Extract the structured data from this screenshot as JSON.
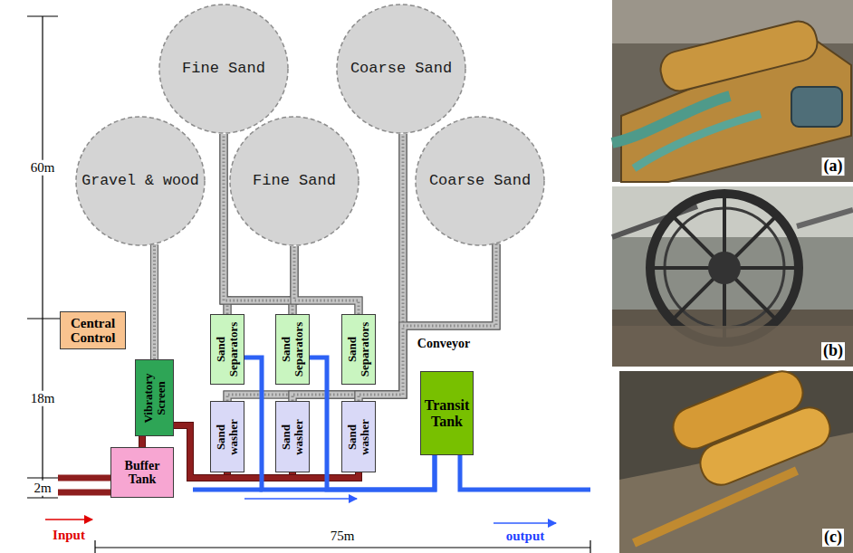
{
  "diagram": {
    "nodes": [
      {
        "text": [
          "Fine Sand"
        ]
      },
      {
        "text": [
          "Coarse Sand"
        ]
      },
      {
        "text": [
          "Gravel & wood"
        ]
      },
      {
        "text": [
          "Fine Sand"
        ]
      },
      {
        "text": [
          "Coarse Sand"
        ]
      },
      {
        "text": [
          "Central Control"
        ]
      },
      {
        "text": [
          "Vibratory Screen"
        ]
      },
      {
        "text": [
          "Sand Separators"
        ]
      },
      {
        "text": [
          "Sand Separators"
        ]
      },
      {
        "text": [
          "Sand Separators"
        ]
      },
      {
        "text": [
          "Sand washer"
        ]
      },
      {
        "text": [
          "Sand washer"
        ]
      },
      {
        "text": [
          "Sand washer"
        ]
      },
      {
        "text": [
          "Transit Tank"
        ]
      },
      {
        "text": [
          "Buffer Tank"
        ]
      }
    ],
    "edges": [
      {
        "from": 14,
        "to": 6,
        "arrow": "none"
      },
      {
        "from": 6,
        "to": 2,
        "arrow": "none"
      },
      {
        "from": 6,
        "to": 10,
        "arrow": "none"
      },
      {
        "from": 6,
        "to": 11,
        "arrow": "none"
      },
      {
        "from": 6,
        "to": 12,
        "arrow": "none"
      },
      {
        "from": 7,
        "to": 0,
        "arrow": "none"
      },
      {
        "from": 7,
        "to": 3,
        "arrow": "none"
      },
      {
        "from": 8,
        "to": 0,
        "arrow": "none"
      },
      {
        "from": 8,
        "to": 3,
        "arrow": "none"
      },
      {
        "from": 9,
        "to": 0,
        "arrow": "none"
      },
      {
        "from": 9,
        "to": 3,
        "arrow": "none"
      },
      {
        "from": 10,
        "to": 1,
        "arrow": "none"
      },
      {
        "from": 10,
        "to": 4,
        "arrow": "none"
      },
      {
        "from": 11,
        "to": 1,
        "arrow": "none"
      },
      {
        "from": 11,
        "to": 4,
        "arrow": "none"
      },
      {
        "from": 12,
        "to": 1,
        "arrow": "none"
      },
      {
        "from": 12,
        "to": 4,
        "arrow": "none"
      },
      {
        "from": 7,
        "to": 13,
        "arrow": "none"
      },
      {
        "from": 8,
        "to": 13,
        "arrow": "none"
      }
    ],
    "labels": [
      "60m",
      "18m",
      "2m",
      "Input",
      "output",
      "75m",
      "Conveyor",
      "(a)",
      "(b)",
      "(c)"
    ]
  }
}
